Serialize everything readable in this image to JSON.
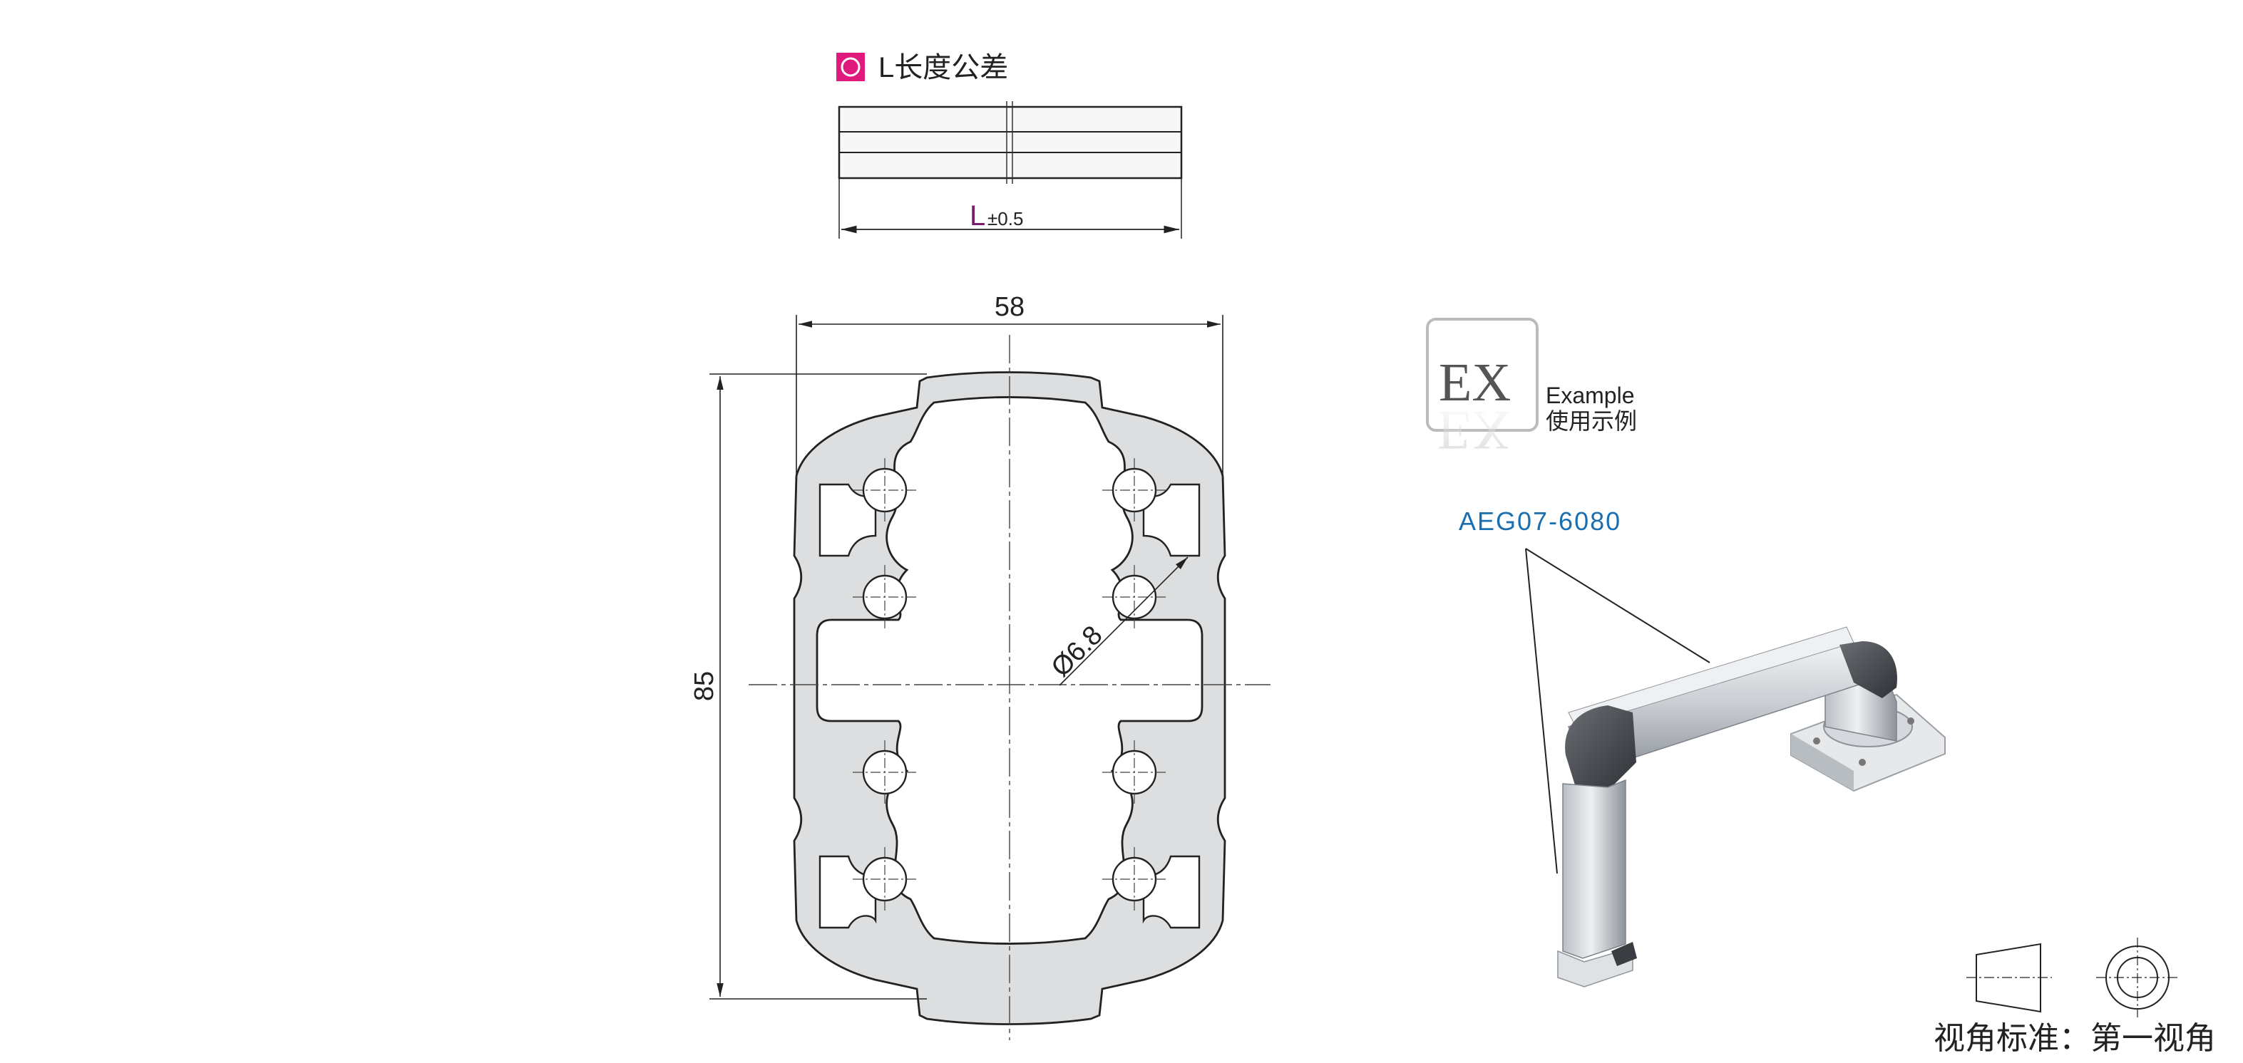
{
  "tolerance": {
    "marker_icon": "pink-circle-icon",
    "marker_color": "#e0197d",
    "title": "L长度公差",
    "dim_letter": "L",
    "dim_letter_color": "#7a1a6a",
    "dim_tolerance": "±0.5"
  },
  "profile": {
    "width_label": "58",
    "height_label": "85",
    "hole_label": "Ø6.8"
  },
  "example": {
    "badge_text": "EX",
    "label_en": "Example",
    "label_cn": "使用示例",
    "part_number": "AEG07-6080",
    "part_number_color": "#1a6fb0"
  },
  "view": {
    "standard_label": "视角标准：第一视角"
  }
}
